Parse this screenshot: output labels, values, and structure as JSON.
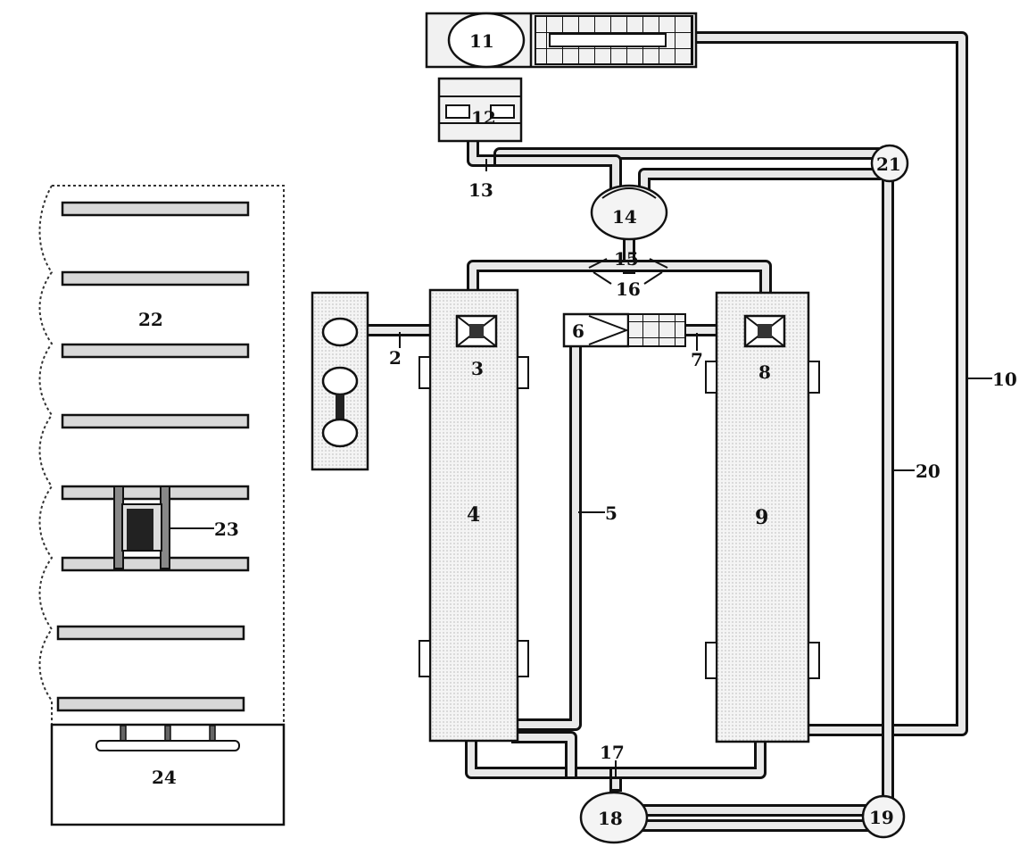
{
  "labels": {
    "n2": "2",
    "n3": "3",
    "n4": "4",
    "n5": "5",
    "n6": "6",
    "n7": "7",
    "n8": "8",
    "n9": "9",
    "n10": "10",
    "n11": "11",
    "n12": "12",
    "n13": "13",
    "n14": "14",
    "n15": "15",
    "n16": "16",
    "n17": "17",
    "n18": "18",
    "n19": "19",
    "n20": "20",
    "n21": "21",
    "n22": "22",
    "n23": "23",
    "n24": "24"
  }
}
